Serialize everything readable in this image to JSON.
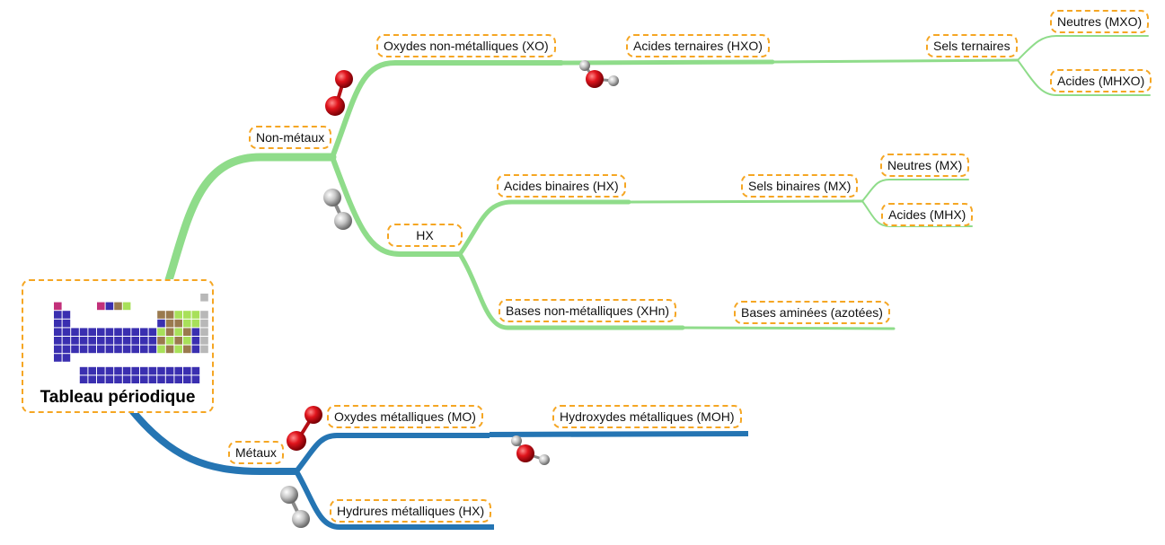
{
  "colors": {
    "non_metal_branch": "#8fdc8a",
    "metal_branch": "#2575b3",
    "node_border": "#f5a623",
    "oxygen": "#d9131b",
    "hydrogen": "#c8c8c8"
  },
  "root": {
    "title": "Tableau périodique",
    "image": "periodic-table-thumbnail"
  },
  "nodes": {
    "non_metaux": "Non-métaux",
    "oxydes_non_metalliques": "Oxydes non-métalliques (XO)",
    "acides_ternaires": "Acides ternaires (HXO)",
    "sels_ternaires": "Sels ternaires",
    "neutres_mxo": "Neutres (MXO)",
    "acides_mhxo": "Acides (MHXO)",
    "hx": "HX",
    "acides_binaires": "Acides binaires (HX)",
    "sels_binaires": "Sels binaires (MX)",
    "neutres_mx": "Neutres (MX)",
    "acides_mhx": "Acides (MHX)",
    "bases_non_metalliques": "Bases non-métalliques (XHn)",
    "bases_aminees": "Bases aminées (azotées)",
    "metaux": "Métaux",
    "oxydes_metalliques": "Oxydes métalliques (MO)",
    "hydroxydes_metalliques": "Hydroxydes métalliques (MOH)",
    "hydrures_metalliques": "Hydrures métalliques (HX)"
  },
  "molecule_icons": [
    "o2-molecule-icon",
    "h2-molecule-icon",
    "water-molecule-icon"
  ]
}
